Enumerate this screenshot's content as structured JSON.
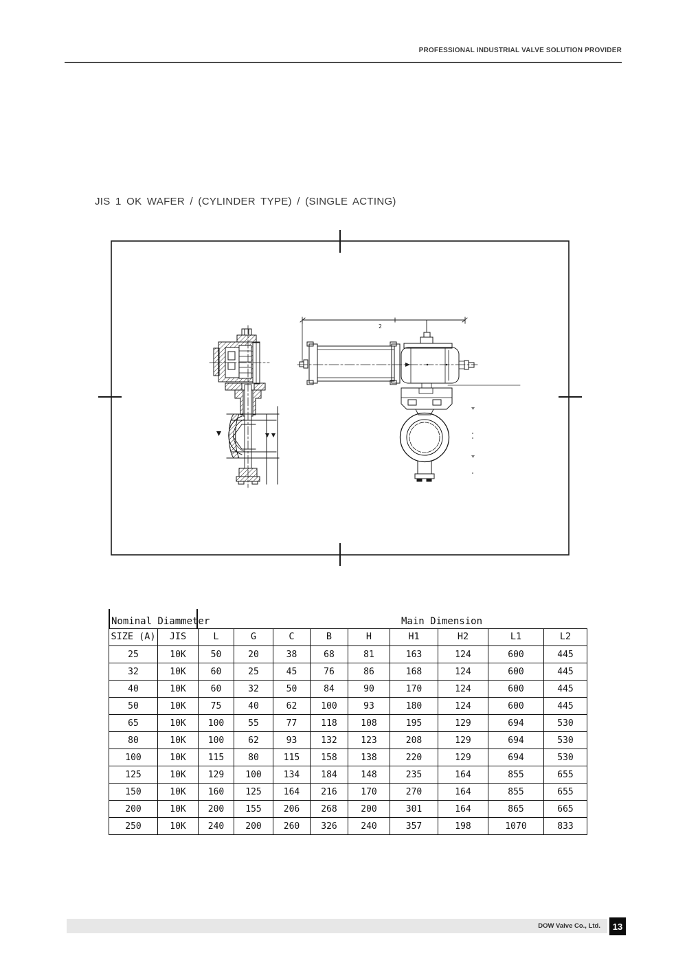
{
  "header": {
    "tagline": "PROFESSIONAL INDUSTRIAL VALVE SOLUTION PROVIDER"
  },
  "title": "JIS 1 OK WAFER / (CYLINDER TYPE) / (SINGLE ACTING)",
  "drawing": {
    "dim_label": "2"
  },
  "table": {
    "group_left": "Nominal Diammeter",
    "group_right": "Main Dimension",
    "columns": [
      "SIZE (A)",
      "JIS",
      "L",
      "G",
      "C",
      "B",
      "H",
      "H1",
      "H2",
      "L1",
      "L2"
    ],
    "rows": [
      [
        "25",
        "10K",
        "50",
        "20",
        "38",
        "68",
        "81",
        "163",
        "124",
        "600",
        "445"
      ],
      [
        "32",
        "10K",
        "60",
        "25",
        "45",
        "76",
        "86",
        "168",
        "124",
        "600",
        "445"
      ],
      [
        "40",
        "10K",
        "60",
        "32",
        "50",
        "84",
        "90",
        "170",
        "124",
        "600",
        "445"
      ],
      [
        "50",
        "10K",
        "75",
        "40",
        "62",
        "100",
        "93",
        "180",
        "124",
        "600",
        "445"
      ],
      [
        "65",
        "10K",
        "100",
        "55",
        "77",
        "118",
        "108",
        "195",
        "129",
        "694",
        "530"
      ],
      [
        "80",
        "10K",
        "100",
        "62",
        "93",
        "132",
        "123",
        "208",
        "129",
        "694",
        "530"
      ],
      [
        "100",
        "10K",
        "115",
        "80",
        "115",
        "158",
        "138",
        "220",
        "129",
        "694",
        "530"
      ],
      [
        "125",
        "10K",
        "129",
        "100",
        "134",
        "184",
        "148",
        "235",
        "164",
        "855",
        "655"
      ],
      [
        "150",
        "10K",
        "160",
        "125",
        "164",
        "216",
        "170",
        "270",
        "164",
        "855",
        "655"
      ],
      [
        "200",
        "10K",
        "200",
        "155",
        "206",
        "268",
        "200",
        "301",
        "164",
        "865",
        "665"
      ],
      [
        "250",
        "10K",
        "240",
        "200",
        "260",
        "326",
        "240",
        "357",
        "198",
        "1070",
        "833"
      ]
    ]
  },
  "footer": {
    "company": "DOW Valve Co., Ltd.",
    "page_number": "13"
  }
}
